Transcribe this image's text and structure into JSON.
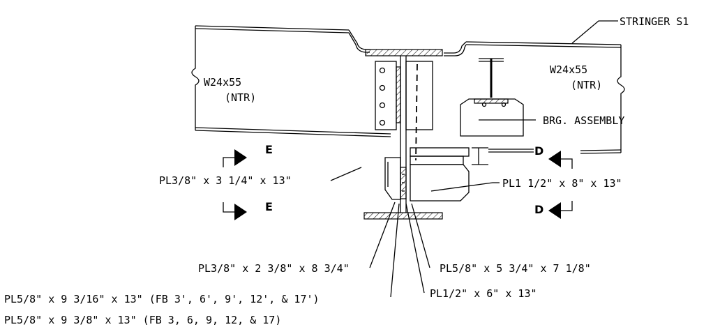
{
  "labels": {
    "stringer": "STRINGER S1",
    "beam_left_size": "W24x55",
    "beam_left_note": "(NTR)",
    "beam_right_size": "W24x55",
    "beam_right_note": "(NTR)",
    "brg_assembly": "BRG. ASSEMBLY",
    "plate_left": "PL3/8\" x 3 1/4\" x 13\"",
    "plate_right": "PL1 1/2\" x 8\" x 13\"",
    "plate_a": "PL3/8\" x 2 3/8\" x 8 3/4\"",
    "plate_b": "PL5/8\" x 5 3/4\" x 7 1/8\"",
    "plate_c1": "PL5/8\" x 9 3/16\" x 13\" (FB 3', 6', 9', 12', & 17')",
    "plate_c2": "PL5/8\" x 9 3/8\" x 13\" (FB 3, 6, 9, 12, & 17)",
    "plate_d": "PL1/2\" x 6\" x 13\""
  },
  "sections": {
    "left_top": "E",
    "left_bottom": "E",
    "right_top": "D",
    "right_bottom": "D"
  }
}
